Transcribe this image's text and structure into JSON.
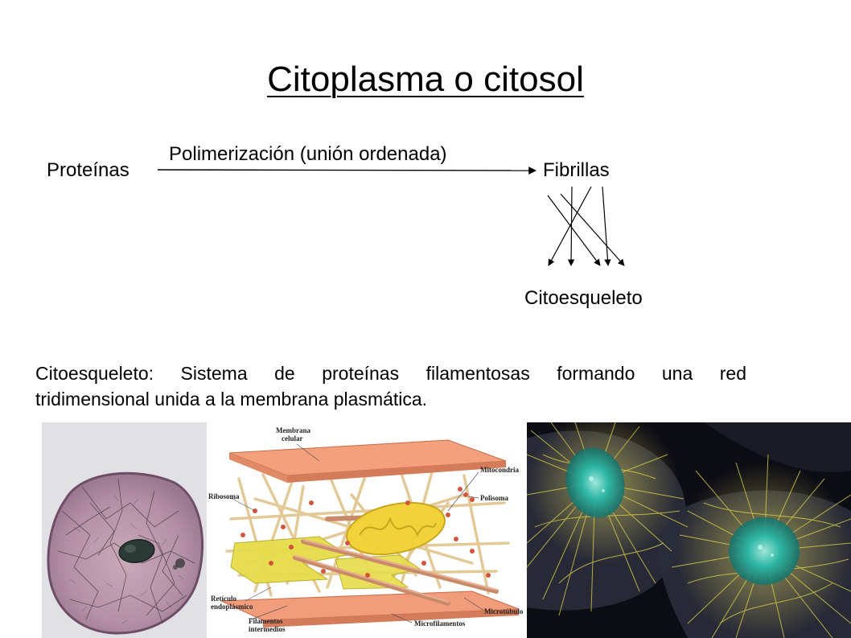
{
  "title": "Citoplasma o citosol",
  "diagram": {
    "source_label": "Proteínas",
    "process_label": "Polimerización (unión ordenada)",
    "target_label": "Fibrillas",
    "result_label": "Citoesqueleto"
  },
  "description": {
    "line1": "Citoesqueleto: Sistema de proteínas filamentosas formando una red",
    "line2": "tridimensional unida a la membrana plasmática."
  },
  "illustration": {
    "labels": {
      "membrana_line1": "Membrana",
      "membrana_line2": "celular",
      "mitocondria": "Mitocondria",
      "ribosoma": "Ribosoma",
      "polisoma": "Polisoma",
      "reticulo_line1": "Retículo",
      "reticulo_line2": "endoplásmico",
      "microtubulo": "Microtúbulo",
      "filamentos_line1": "Filamentos",
      "filamentos_line2": "intermedios",
      "microfilamentos": "Microfilamentos"
    }
  },
  "colors": {
    "membrane": "#f4a07c",
    "filament": "#e8cf9a",
    "mitochondria": "#f0d23a",
    "reticulum": "#e6dc4a",
    "fluor_background": "#0c0c14",
    "fluor_filament": "#e4d84a",
    "fluor_nucleus": "#28b4a4"
  }
}
